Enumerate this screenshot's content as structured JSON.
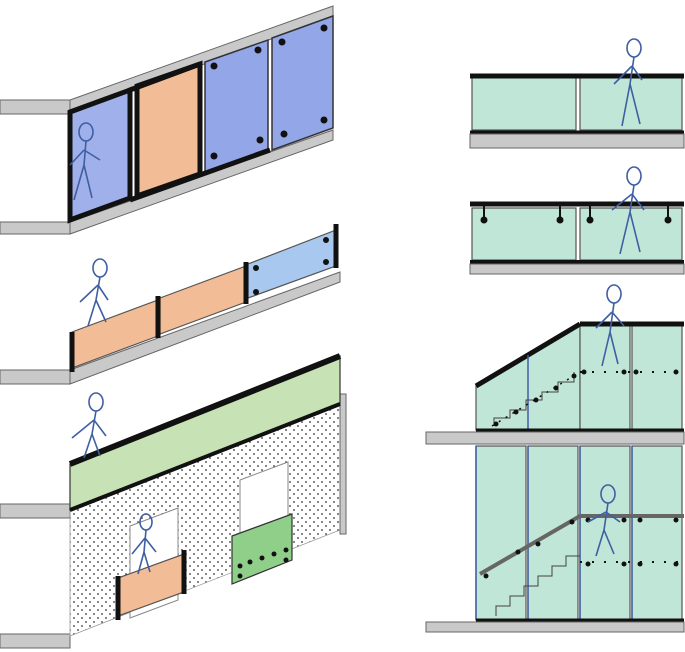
{
  "diagram": {
    "kind": "glass-railing-system-illustrations",
    "labels_present": false,
    "colors": {
      "glass_blue": "#93a6e8",
      "glass_orange": "#f2bc97",
      "glass_light_blue": "#a9c8ef",
      "glass_green": "#bfe6d6",
      "glass_green_pale": "#d2f0e4",
      "handrail_green": "#c7e3b5",
      "floor_grey": "#c9c9c9",
      "frame_black": "#111111",
      "figure_blue": "#3f5fa3",
      "perforated_dots": "#333333"
    },
    "panels": [
      {
        "name": "stair-glass-panels-framed",
        "style": "mixed blue and orange glass panels"
      },
      {
        "name": "stair-glass-panels-low",
        "style": "orange and light blue low panels"
      },
      {
        "name": "balcony-perforated-wall",
        "style": "green handrail over perforated facade"
      },
      {
        "name": "balcony-railing-top-rail",
        "style": "green glass with top rail"
      },
      {
        "name": "balcony-railing-point-fixed",
        "style": "green glass with point fixings"
      },
      {
        "name": "stair-glass-full-height",
        "style": "full-height green glass with handrail"
      }
    ]
  }
}
